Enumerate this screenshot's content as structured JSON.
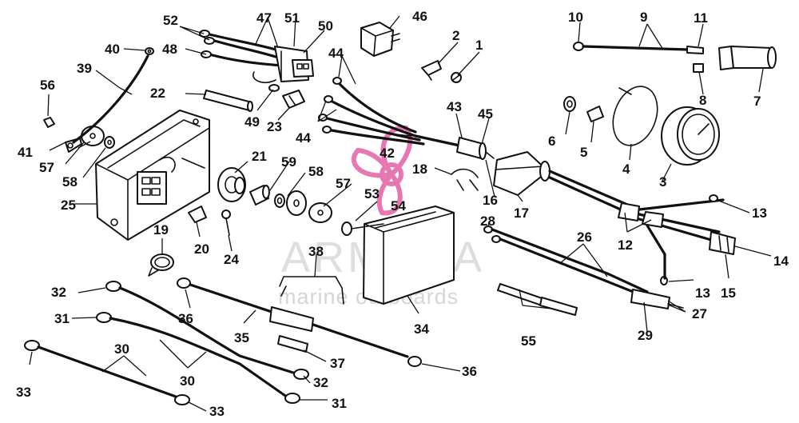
{
  "watermark": {
    "brand": "ARMADA",
    "tagline": "marine outboards",
    "accent_color": "#e04a9a"
  },
  "callouts": [
    {
      "id": "c1",
      "text": "1"
    },
    {
      "id": "c2",
      "text": "2"
    },
    {
      "id": "c3",
      "text": "3"
    },
    {
      "id": "c4",
      "text": "4"
    },
    {
      "id": "c5",
      "text": "5"
    },
    {
      "id": "c6",
      "text": "6"
    },
    {
      "id": "c7",
      "text": "7"
    },
    {
      "id": "c8",
      "text": "8"
    },
    {
      "id": "c9",
      "text": "9"
    },
    {
      "id": "c10",
      "text": "10"
    },
    {
      "id": "c11",
      "text": "11"
    },
    {
      "id": "c12",
      "text": "12"
    },
    {
      "id": "c13a",
      "text": "13"
    },
    {
      "id": "c13b",
      "text": "13"
    },
    {
      "id": "c14",
      "text": "14"
    },
    {
      "id": "c15",
      "text": "15"
    },
    {
      "id": "c16",
      "text": "16"
    },
    {
      "id": "c17",
      "text": "17"
    },
    {
      "id": "c18",
      "text": "18"
    },
    {
      "id": "c19",
      "text": "19"
    },
    {
      "id": "c20",
      "text": "20"
    },
    {
      "id": "c21",
      "text": "21"
    },
    {
      "id": "c22",
      "text": "22"
    },
    {
      "id": "c23",
      "text": "23"
    },
    {
      "id": "c24",
      "text": "24"
    },
    {
      "id": "c25",
      "text": "25"
    },
    {
      "id": "c26",
      "text": "26"
    },
    {
      "id": "c27",
      "text": "27"
    },
    {
      "id": "c28",
      "text": "28"
    },
    {
      "id": "c29",
      "text": "29"
    },
    {
      "id": "c30a",
      "text": "30"
    },
    {
      "id": "c30b",
      "text": "30"
    },
    {
      "id": "c31a",
      "text": "31"
    },
    {
      "id": "c31b",
      "text": "31"
    },
    {
      "id": "c32a",
      "text": "32"
    },
    {
      "id": "c32b",
      "text": "32"
    },
    {
      "id": "c33a",
      "text": "33"
    },
    {
      "id": "c33b",
      "text": "33"
    },
    {
      "id": "c34",
      "text": "34"
    },
    {
      "id": "c35",
      "text": "35"
    },
    {
      "id": "c36a",
      "text": "36"
    },
    {
      "id": "c36b",
      "text": "36"
    },
    {
      "id": "c37",
      "text": "37"
    },
    {
      "id": "c38",
      "text": "38"
    },
    {
      "id": "c39",
      "text": "39"
    },
    {
      "id": "c40",
      "text": "40"
    },
    {
      "id": "c41",
      "text": "41"
    },
    {
      "id": "c42",
      "text": "42"
    },
    {
      "id": "c43",
      "text": "43"
    },
    {
      "id": "c44a",
      "text": "44"
    },
    {
      "id": "c44b",
      "text": "44"
    },
    {
      "id": "c45",
      "text": "45"
    },
    {
      "id": "c46",
      "text": "46"
    },
    {
      "id": "c47",
      "text": "47"
    },
    {
      "id": "c48",
      "text": "48"
    },
    {
      "id": "c49",
      "text": "49"
    },
    {
      "id": "c50",
      "text": "50"
    },
    {
      "id": "c51",
      "text": "51"
    },
    {
      "id": "c52",
      "text": "52"
    },
    {
      "id": "c53",
      "text": "53"
    },
    {
      "id": "c54",
      "text": "54"
    },
    {
      "id": "c55",
      "text": "55"
    },
    {
      "id": "c56",
      "text": "56"
    },
    {
      "id": "c57a",
      "text": "57"
    },
    {
      "id": "c57b",
      "text": "57"
    },
    {
      "id": "c58a",
      "text": "58"
    },
    {
      "id": "c58b",
      "text": "58"
    },
    {
      "id": "c59",
      "text": "59"
    }
  ]
}
